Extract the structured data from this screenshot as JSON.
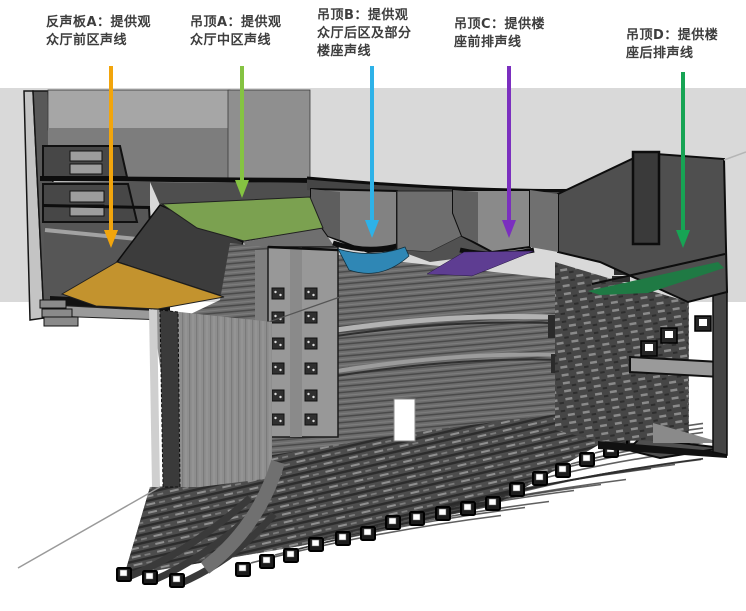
{
  "figure": {
    "type": "theater-acoustic-section-diagram",
    "background_color": "#ffffff",
    "backdrop_color": "#d9d9d9",
    "label_text_color": "#3d3d3d"
  },
  "callouts": [
    {
      "id": "reflector-a",
      "lines": [
        "反声板A：提供观",
        "众厅前区声线"
      ],
      "arrow_color": "#F2A50C",
      "panel_color": "#C3932E"
    },
    {
      "id": "ceiling-a",
      "lines": [
        "吊顶A：提供观",
        "众厅中区声线"
      ],
      "arrow_color": "#85C342",
      "panel_color": "#7BA150"
    },
    {
      "id": "ceiling-b",
      "lines": [
        "吊顶B：提供观",
        "众厅后区及部分",
        "楼座声线"
      ],
      "arrow_color": "#2EB2E8",
      "panel_color": "#2F87B5"
    },
    {
      "id": "ceiling-c",
      "lines": [
        "吊顶C：提供楼",
        "座前排声线"
      ],
      "arrow_color": "#7B2FBF",
      "panel_color": "#5E3D92"
    },
    {
      "id": "ceiling-d",
      "lines": [
        "吊顶D：提供楼",
        "座后排声线"
      ],
      "arrow_color": "#17A454",
      "panel_color": "#1F7A44"
    }
  ]
}
